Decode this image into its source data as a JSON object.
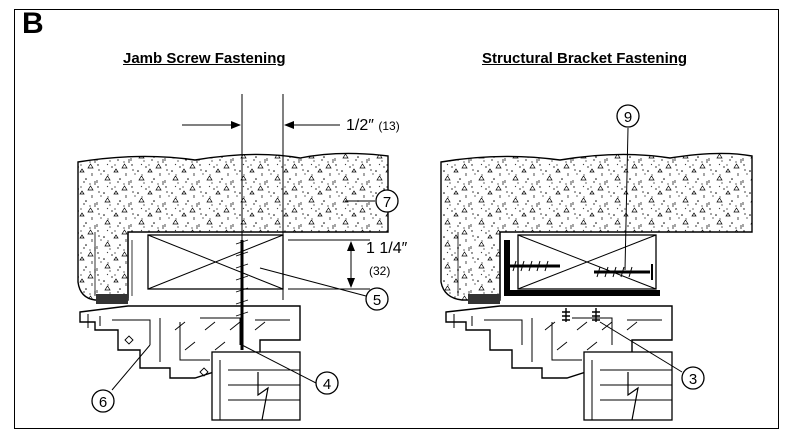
{
  "section_letter": "B",
  "titles": {
    "left": "Jamb Screw Fastening",
    "right": "Structural Bracket Fastening"
  },
  "dimensions": {
    "shim_gap_main": "1/2″",
    "shim_gap_metric": "(13)",
    "screw_depth_main": "1 1/4″",
    "screw_depth_metric": "(32)"
  },
  "callouts": {
    "c3": "3",
    "c4": "4",
    "c5": "5",
    "c6": "6",
    "c7": "7",
    "c9": "9"
  },
  "colors": {
    "line": "#000000",
    "background": "#ffffff"
  }
}
